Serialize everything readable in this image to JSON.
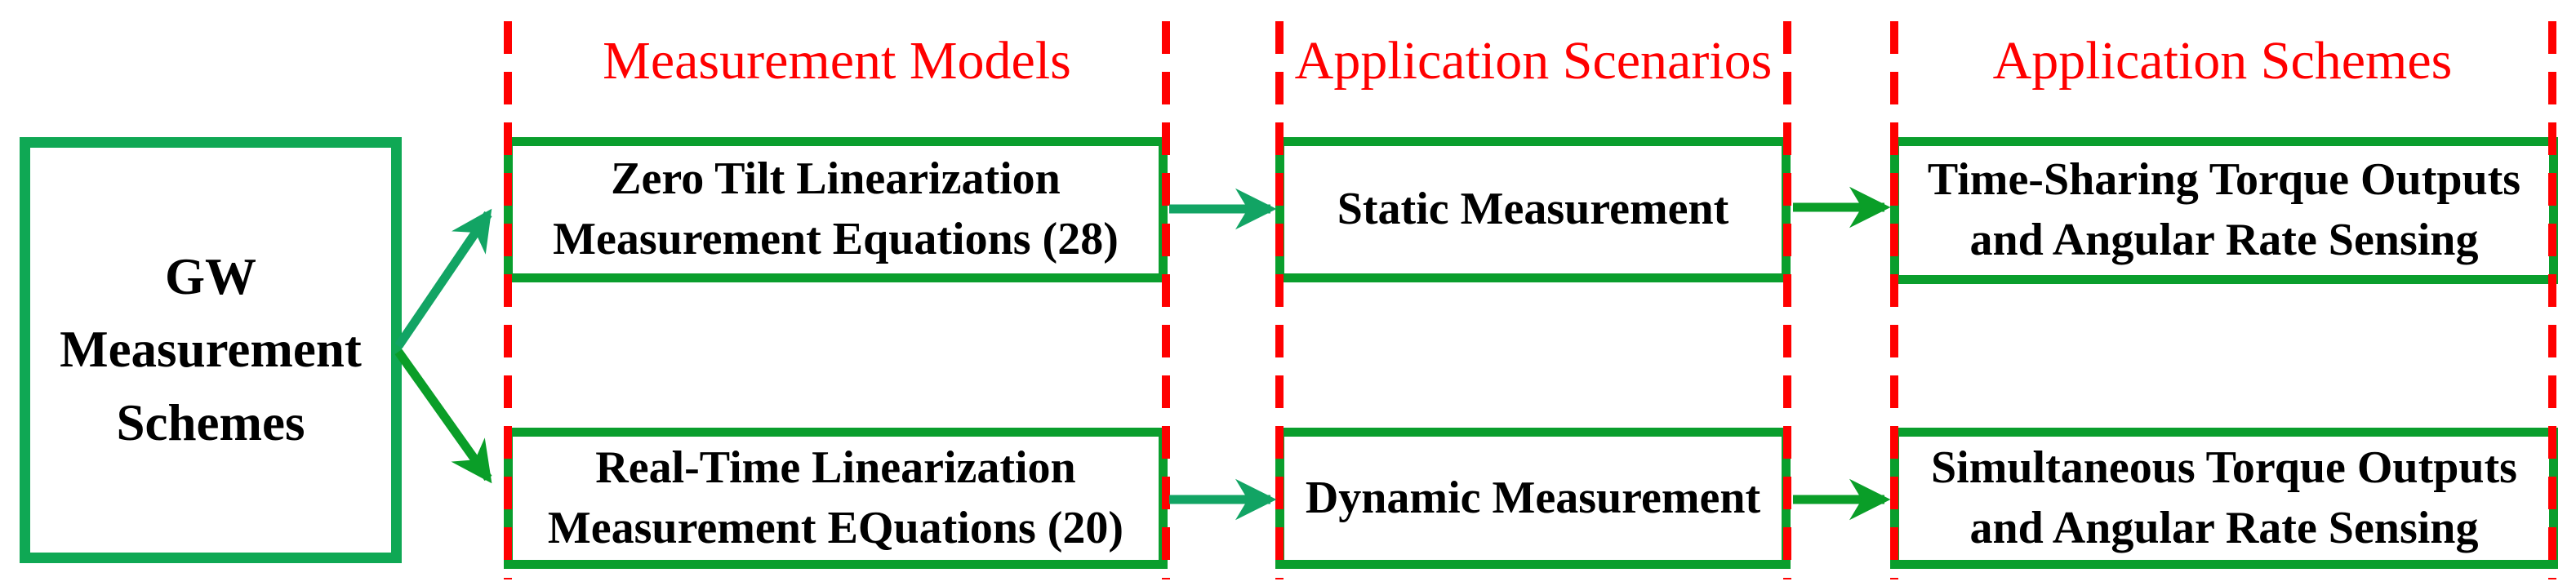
{
  "colors": {
    "red": "#ff0000",
    "box-green": "#0a9e2d",
    "gw-green": "#0fa854",
    "arrow-teal": "#12a464",
    "arrow-green": "#0a9e28",
    "ink": "#000000"
  },
  "root_box": {
    "label": "GW\nMeasurement\nSchemes"
  },
  "columns": [
    {
      "header": "Measurement Models",
      "boxes": [
        {
          "label": "Zero Tilt Linearization\nMeasurement Equations (28)"
        },
        {
          "label": "Real-Time Linearization\nMeasurement EQuations (20)"
        }
      ]
    },
    {
      "header": "Application Scenarios",
      "boxes": [
        {
          "label": "Static Measurement"
        },
        {
          "label": "Dynamic Measurement"
        }
      ]
    },
    {
      "header": "Application Schemes",
      "boxes": [
        {
          "label": "Time-Sharing Torque Outputs\nand Angular Rate Sensing"
        },
        {
          "label": "Simultaneous Torque Outputs\nand Angular Rate Sensing"
        }
      ]
    }
  ]
}
